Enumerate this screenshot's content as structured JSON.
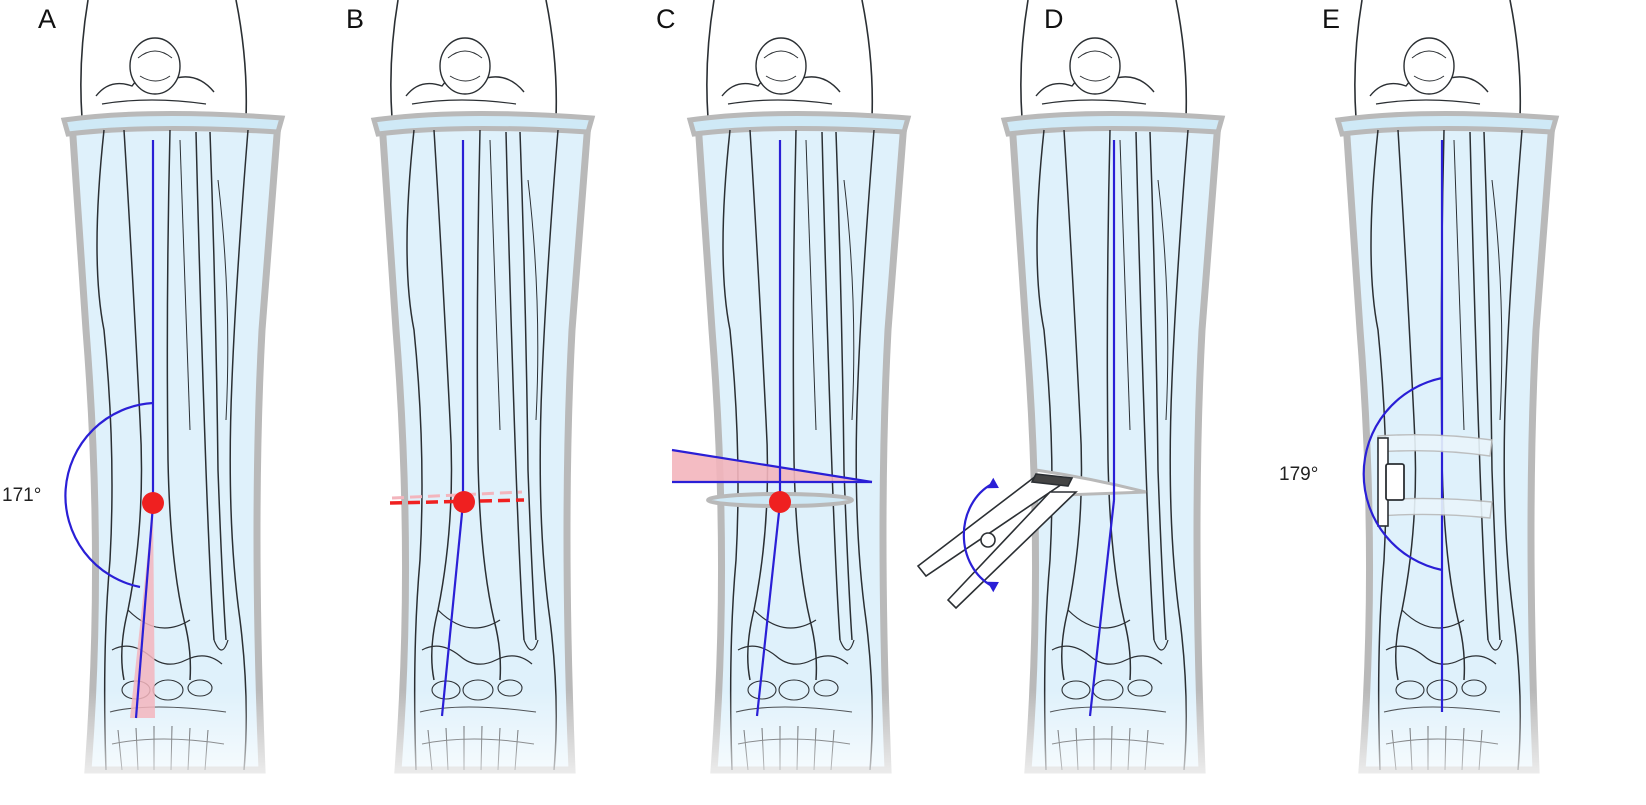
{
  "panels": [
    {
      "letter": "A",
      "angle_label": "171°"
    },
    {
      "letter": "B"
    },
    {
      "letter": "C"
    },
    {
      "letter": "D"
    },
    {
      "letter": "E",
      "angle_label": "179°"
    }
  ],
  "colors": {
    "cast_fill": "#dff1fb",
    "cast_border": "#b9b9b9",
    "bone_line": "#2b2f33",
    "axis": "#2a1fd6",
    "marker": "#ef2020",
    "wedge": "#f3b5bd"
  }
}
